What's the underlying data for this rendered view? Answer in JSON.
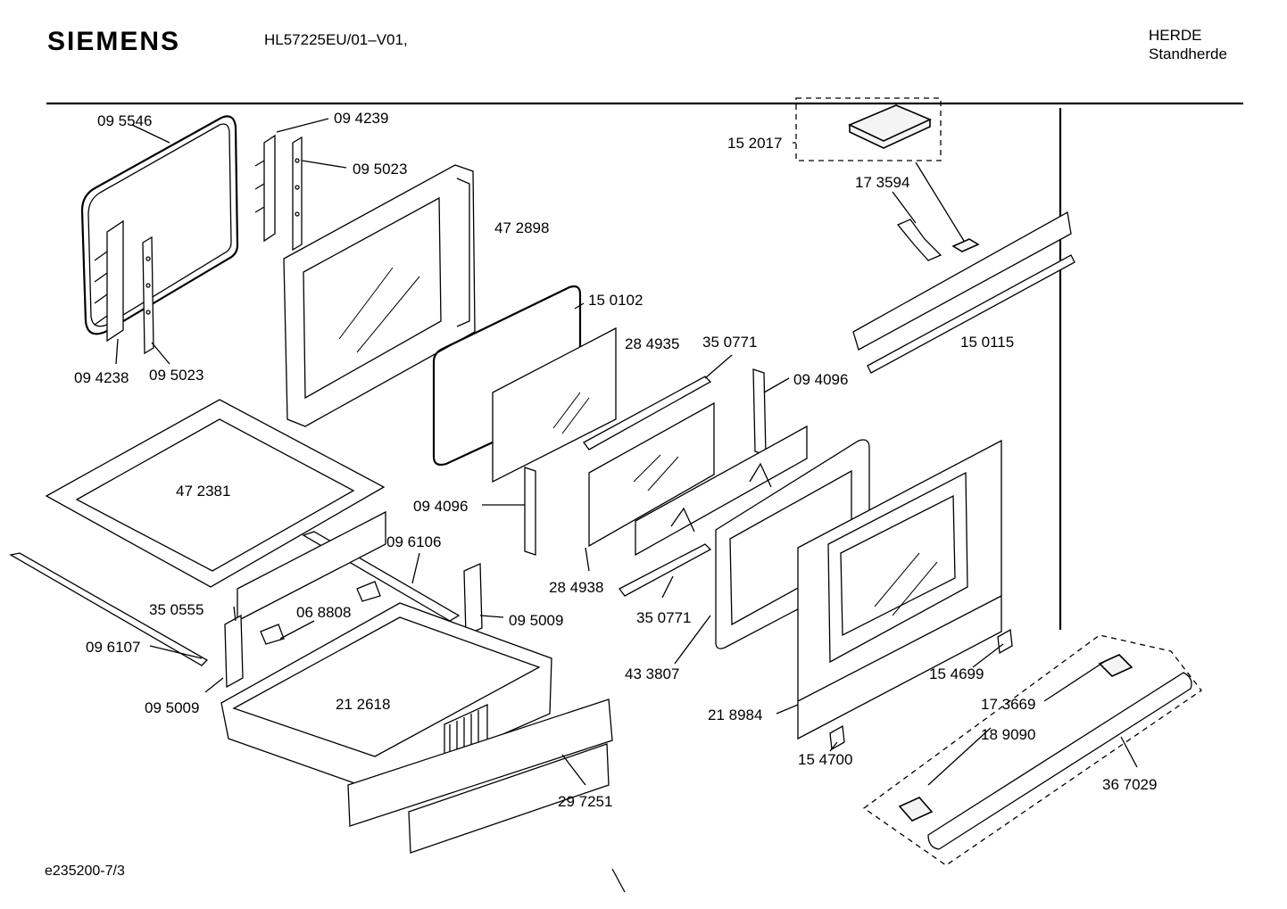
{
  "header": {
    "brand": "SIEMENS",
    "model": "HL57225EU/01–V01,",
    "category": "HERDE",
    "subcategory": "Standherde"
  },
  "footer": {
    "document_id": "e235200-7/3"
  },
  "parts": [
    {
      "id": "p1",
      "number": "09 5546"
    },
    {
      "id": "p2",
      "number": "09 4239"
    },
    {
      "id": "p3",
      "number": "09 5023"
    },
    {
      "id": "p4",
      "number": "47 2898"
    },
    {
      "id": "p5",
      "number": "09 4238"
    },
    {
      "id": "p6",
      "number": "09 5023"
    },
    {
      "id": "p7",
      "number": "15 0102"
    },
    {
      "id": "p8",
      "number": "28 4935"
    },
    {
      "id": "p9",
      "number": "35 0771"
    },
    {
      "id": "p10",
      "number": "09 4096"
    },
    {
      "id": "p11",
      "number": "15 2017"
    },
    {
      "id": "p12",
      "number": "17 3594"
    },
    {
      "id": "p13",
      "number": "15 0115"
    },
    {
      "id": "p14",
      "number": "47 2381"
    },
    {
      "id": "p15",
      "number": "09 4096"
    },
    {
      "id": "p16",
      "number": "09 6106"
    },
    {
      "id": "p17",
      "number": "28 4938"
    },
    {
      "id": "p18",
      "number": "35 0555"
    },
    {
      "id": "p19",
      "number": "06 8808"
    },
    {
      "id": "p20",
      "number": "09 5009"
    },
    {
      "id": "p21",
      "number": "35 0771"
    },
    {
      "id": "p22",
      "number": "09 6107"
    },
    {
      "id": "p23",
      "number": "43 3807"
    },
    {
      "id": "p24",
      "number": "15 4699"
    },
    {
      "id": "p25",
      "number": "17 3669"
    },
    {
      "id": "p26",
      "number": "21 2618"
    },
    {
      "id": "p27",
      "number": "09 5009"
    },
    {
      "id": "p28",
      "number": "18 9090"
    },
    {
      "id": "p29",
      "number": "21 8984"
    },
    {
      "id": "p30",
      "number": "15 4700"
    },
    {
      "id": "p31",
      "number": "36 7029"
    },
    {
      "id": "p32",
      "number": "29 7251"
    }
  ]
}
